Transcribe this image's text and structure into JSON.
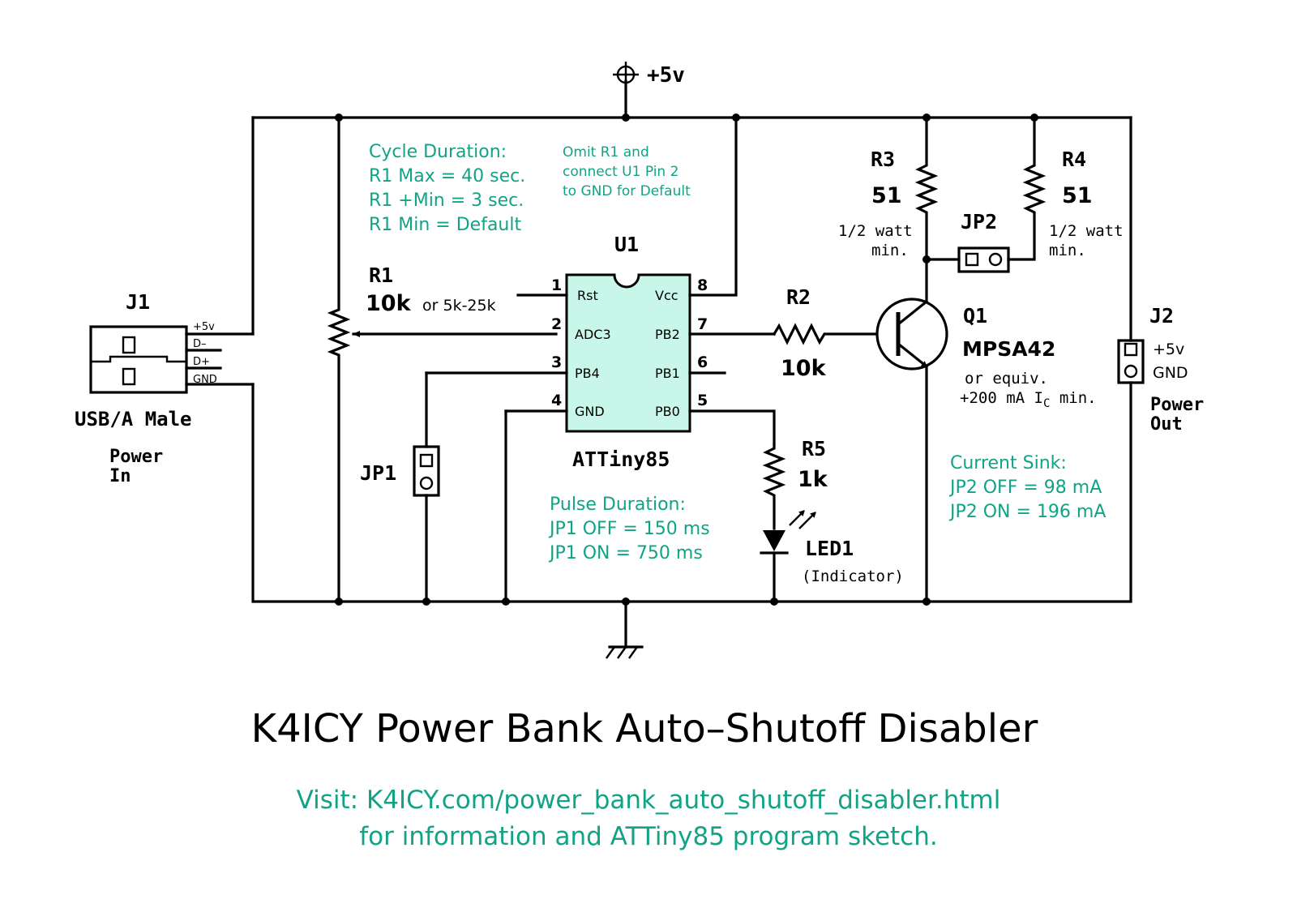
{
  "title": "K4ICY Power Bank Auto–Shutoff Disabler",
  "footer": {
    "line1": "Visit:  K4ICY.com/power_bank_auto_shutoff_disabler.html",
    "line2": "for information and ATTiny85 program sketch."
  },
  "colors": {
    "note": "#12a386",
    "ic_fill": "#c8f7e9",
    "ink": "#000000"
  },
  "supply": {
    "label": "+5v"
  },
  "j1": {
    "ref": "J1",
    "pins": [
      "+5v",
      "D–",
      "D+",
      "GND"
    ],
    "type": "USB/A Male",
    "role_1": "Power",
    "role_2": "In"
  },
  "j2": {
    "ref": "J2",
    "pins": [
      "+5v",
      "GND"
    ],
    "role_1": "Power",
    "role_2": "Out"
  },
  "r1": {
    "ref": "R1",
    "value": "10k",
    "alt": "or 5k-25k"
  },
  "r2": {
    "ref": "R2",
    "value": "10k"
  },
  "r3": {
    "ref": "R3",
    "value": "51",
    "rating_1": "1/2 watt",
    "rating_2": "min."
  },
  "r4": {
    "ref": "R4",
    "value": "51",
    "rating_1": "1/2 watt",
    "rating_2": "min."
  },
  "r5": {
    "ref": "R5",
    "value": "1k"
  },
  "jp1": {
    "ref": "JP1"
  },
  "jp2": {
    "ref": "JP2"
  },
  "led1": {
    "ref": "LED1",
    "desc": "(Indicator)"
  },
  "q1": {
    "ref": "Q1",
    "part": "MPSA42",
    "alt_1": "or equiv.",
    "alt_2_prefix": "+200 mA I",
    "alt_2_sub": "C",
    "alt_2_suffix": " min."
  },
  "u1": {
    "ref": "U1",
    "part": "ATTiny85",
    "left_pins": [
      {
        "num": "1",
        "name": "Rst"
      },
      {
        "num": "2",
        "name": "ADC3"
      },
      {
        "num": "3",
        "name": "PB4"
      },
      {
        "num": "4",
        "name": "GND"
      }
    ],
    "right_pins": [
      {
        "num": "8",
        "name": "Vcc"
      },
      {
        "num": "7",
        "name": "PB2"
      },
      {
        "num": "6",
        "name": "PB1"
      },
      {
        "num": "5",
        "name": "PB0"
      }
    ]
  },
  "notes": {
    "cycle": [
      "Cycle Duration:",
      "R1 Max = 40 sec.",
      "R1 +Min = 3 sec.",
      "R1 Min = Default"
    ],
    "omit": [
      "Omit R1 and",
      "connect U1 Pin 2",
      "to GND for Default"
    ],
    "pulse": [
      "Pulse Duration:",
      "JP1 OFF = 150 ms",
      "JP1 ON = 750 ms"
    ],
    "sink": [
      "Current Sink:",
      "JP2 OFF = 98 mA",
      "JP2 ON = 196 mA"
    ]
  }
}
